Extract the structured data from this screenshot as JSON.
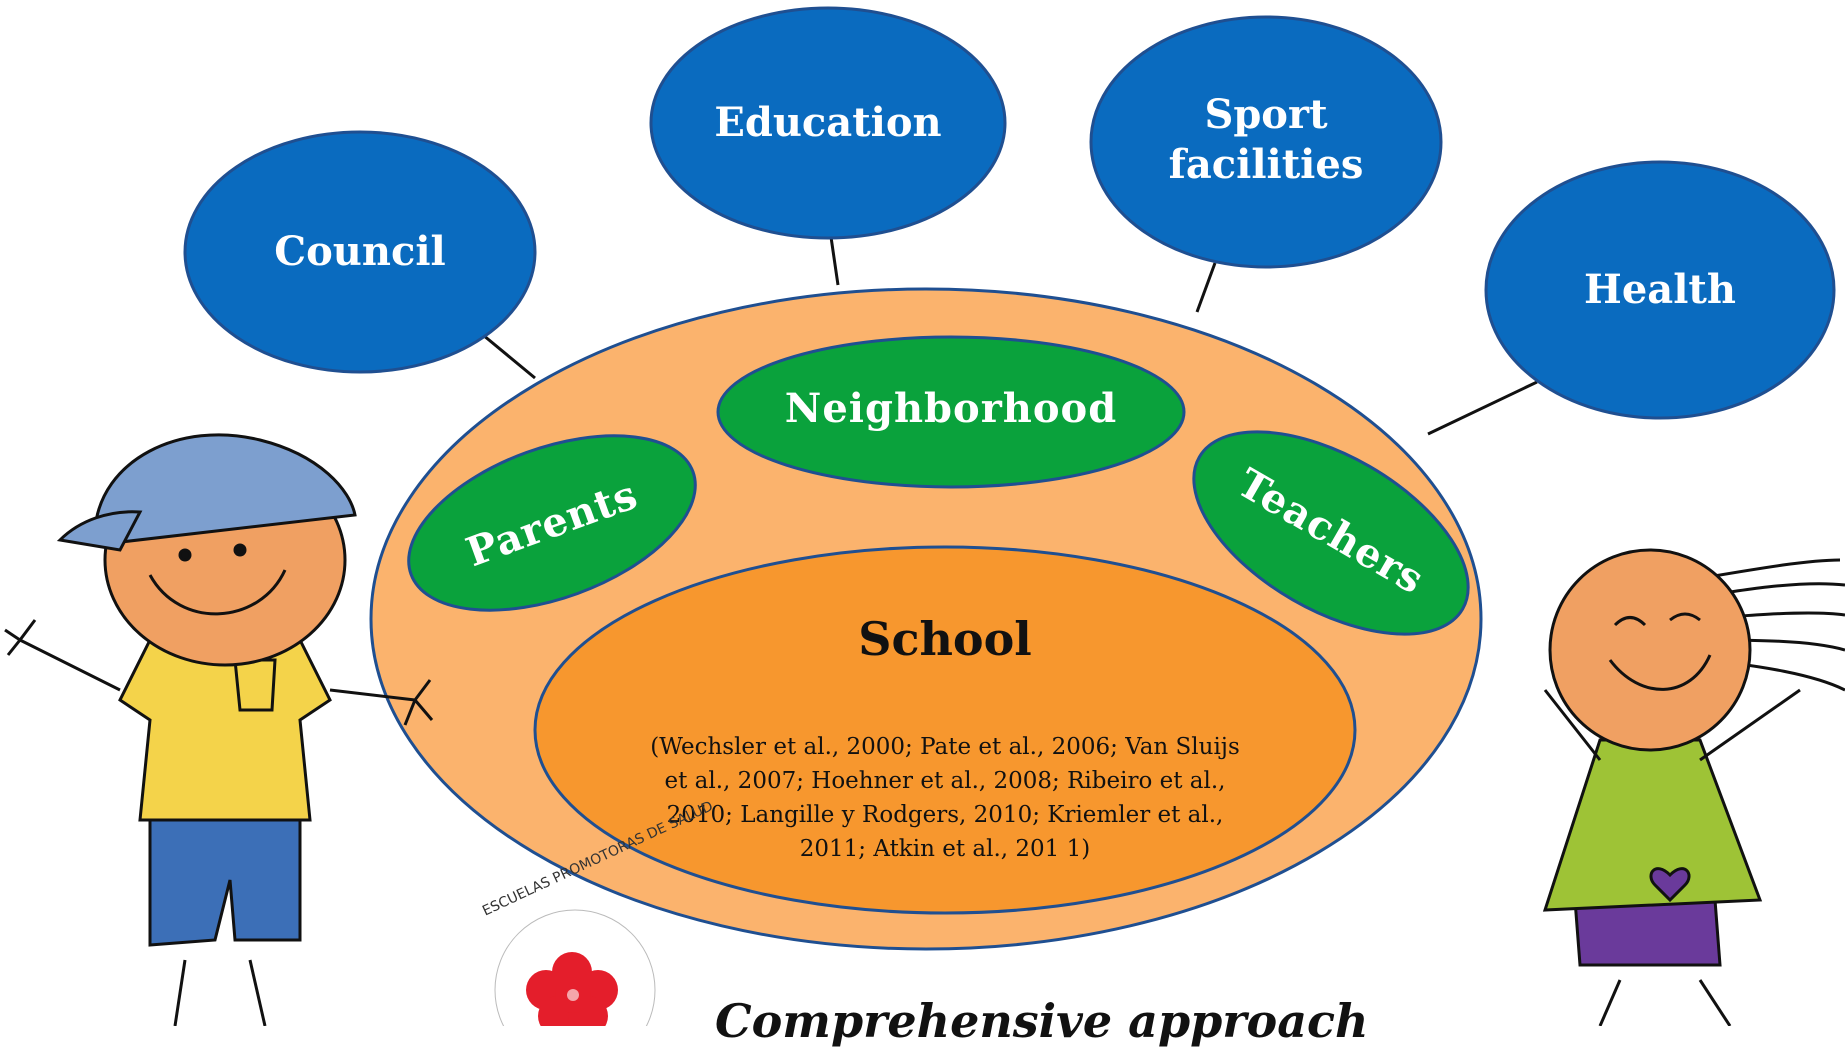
{
  "partners": {
    "council": "Council",
    "education": "Education",
    "sport_line1": "Sport",
    "sport_line2": "facilities",
    "health": "Health"
  },
  "community": {
    "neighborhood": "Neighborhood",
    "parents": "Parents",
    "teachers": "Teachers"
  },
  "school": {
    "title": "School",
    "references": "(Wechsler et al., 2000; Pate et al., 2006; Van Sluijs et al., 2007; Hoehner et al., 2008; Ribeiro et al., 2010; Langille y Rodgers, 2010; Kriemler et al., 2011; Atkin et al., 201 1)"
  },
  "logo": {
    "text": "ESCUELAS PROMOTORAS DE SALUD"
  },
  "caption": "Comprehensive approach",
  "colors": {
    "partner_blue": "#0a6bbf",
    "community_green": "#0aa23c",
    "outer_orange": "#fbb36d",
    "school_orange": "#f7972e",
    "logo_red": "#e41e2b"
  }
}
